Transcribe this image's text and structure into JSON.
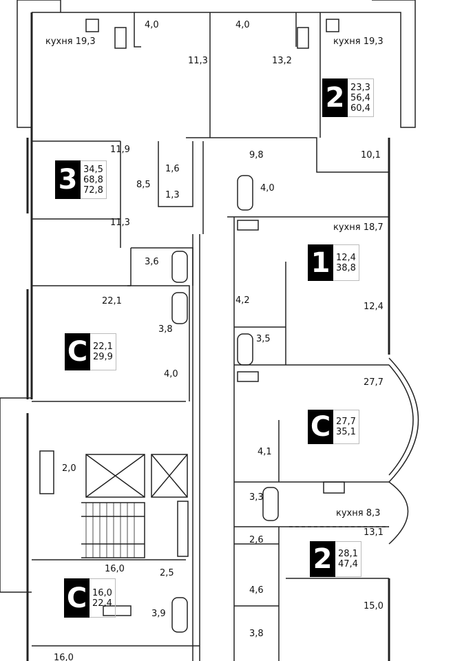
{
  "rooms": [
    {
      "label": "кухня 19,3"
    },
    {
      "label": "4,0"
    },
    {
      "label": "4,0"
    },
    {
      "label": "11,3"
    },
    {
      "label": "13,2"
    },
    {
      "label": "кухня 19,3"
    },
    {
      "label": "11,9"
    },
    {
      "label": "8,5"
    },
    {
      "label": "1,6"
    },
    {
      "label": "1,3"
    },
    {
      "label": "9,8"
    },
    {
      "label": "4,0"
    },
    {
      "label": "10,1"
    },
    {
      "label": "11,3"
    },
    {
      "label": "3,6"
    },
    {
      "label": "кухня 18,7"
    },
    {
      "label": "4,2"
    },
    {
      "label": "12,4"
    },
    {
      "label": "22,1"
    },
    {
      "label": "3,8"
    },
    {
      "label": "3,5"
    },
    {
      "label": "4,0"
    },
    {
      "label": "27,7"
    },
    {
      "label": "4,1"
    },
    {
      "label": "2,0"
    },
    {
      "label": "3,3"
    },
    {
      "label": "кухня 8,3"
    },
    {
      "label": "13,1"
    },
    {
      "label": "2,6"
    },
    {
      "label": "16,0"
    },
    {
      "label": "2,5"
    },
    {
      "label": "4,6"
    },
    {
      "label": "15,0"
    },
    {
      "label": "3,9"
    },
    {
      "label": "3,8"
    },
    {
      "label": "16,0"
    }
  ],
  "apartments": [
    {
      "type": "2",
      "values": [
        "23,3",
        "56,4",
        "60,4"
      ]
    },
    {
      "type": "3",
      "values": [
        "34,5",
        "68,8",
        "72,8"
      ]
    },
    {
      "type": "1",
      "values": [
        "12,4",
        "38,8"
      ]
    },
    {
      "type": "С",
      "values": [
        "22,1",
        "29,9"
      ]
    },
    {
      "type": "С",
      "values": [
        "27,7",
        "35,1"
      ]
    },
    {
      "type": "2",
      "values": [
        "28,1",
        "47,4"
      ]
    },
    {
      "type": "С",
      "values": [
        "16,0",
        "22,4"
      ]
    }
  ]
}
